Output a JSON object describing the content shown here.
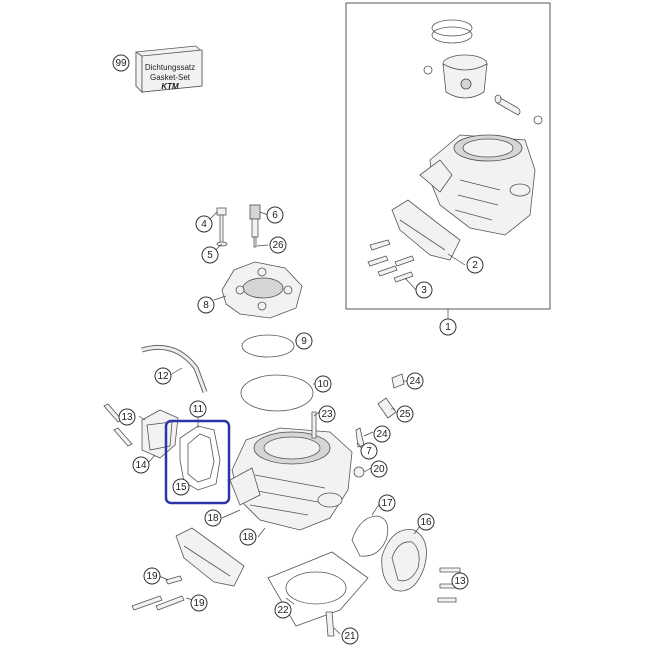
{
  "highlight_color": "#2b35a8",
  "gasket_set": {
    "number": "99",
    "line1": "Dichtungssatz",
    "line2": "Gasket-Set",
    "logo_text": "KTM"
  },
  "callouts": [
    {
      "id": "c1",
      "label": "1"
    },
    {
      "id": "c2",
      "label": "2"
    },
    {
      "id": "c3",
      "label": "3"
    },
    {
      "id": "c4",
      "label": "4"
    },
    {
      "id": "c5",
      "label": "5"
    },
    {
      "id": "c6",
      "label": "6"
    },
    {
      "id": "c26",
      "label": "26"
    },
    {
      "id": "c8",
      "label": "8"
    },
    {
      "id": "c9",
      "label": "9"
    },
    {
      "id": "c10",
      "label": "10"
    },
    {
      "id": "c12",
      "label": "12"
    },
    {
      "id": "c13a",
      "label": "13"
    },
    {
      "id": "c11",
      "label": "11"
    },
    {
      "id": "c14",
      "label": "14"
    },
    {
      "id": "c15",
      "label": "15"
    },
    {
      "id": "c23",
      "label": "23"
    },
    {
      "id": "c24a",
      "label": "24"
    },
    {
      "id": "c25",
      "label": "25"
    },
    {
      "id": "c24b",
      "label": "24"
    },
    {
      "id": "c7",
      "label": "7"
    },
    {
      "id": "c20",
      "label": "20"
    },
    {
      "id": "c17",
      "label": "17"
    },
    {
      "id": "c16",
      "label": "16"
    },
    {
      "id": "c18a",
      "label": "18"
    },
    {
      "id": "c18b",
      "label": "18"
    },
    {
      "id": "c19a",
      "label": "19"
    },
    {
      "id": "c19b",
      "label": "19"
    },
    {
      "id": "c13b",
      "label": "13"
    },
    {
      "id": "c22",
      "label": "22"
    },
    {
      "id": "c21",
      "label": "21"
    }
  ]
}
